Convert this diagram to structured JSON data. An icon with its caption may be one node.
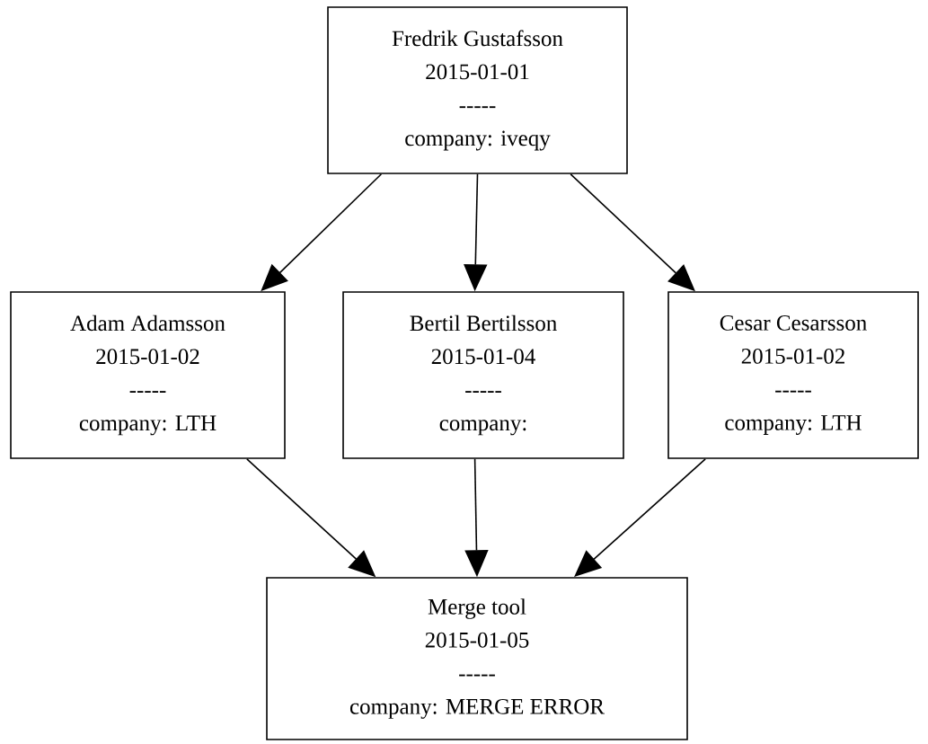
{
  "diagram": {
    "nodes": [
      {
        "text": [
          "Fredrik Gustafsson",
          "2015-01-01",
          "-----",
          "company: iveqy"
        ]
      },
      {
        "text": [
          "Adam Adamsson",
          "2015-01-02",
          "-----",
          "company: LTH"
        ]
      },
      {
        "text": [
          "Bertil Bertilsson",
          "2015-01-04",
          "-----",
          "company:"
        ]
      },
      {
        "text": [
          "Cesar Cesarsson",
          "2015-01-02",
          "-----",
          "company: LTH"
        ]
      },
      {
        "text": [
          "Merge tool",
          "2015-01-05",
          "-----",
          "company: MERGE ERROR"
        ]
      }
    ],
    "edges": [
      {
        "from": 0,
        "to": 1,
        "arrow": "to"
      },
      {
        "from": 0,
        "to": 2,
        "arrow": "to"
      },
      {
        "from": 0,
        "to": 3,
        "arrow": "to"
      },
      {
        "from": 1,
        "to": 4,
        "arrow": "to"
      },
      {
        "from": 2,
        "to": 4,
        "arrow": "to"
      },
      {
        "from": 3,
        "to": 4,
        "arrow": "to"
      }
    ]
  }
}
